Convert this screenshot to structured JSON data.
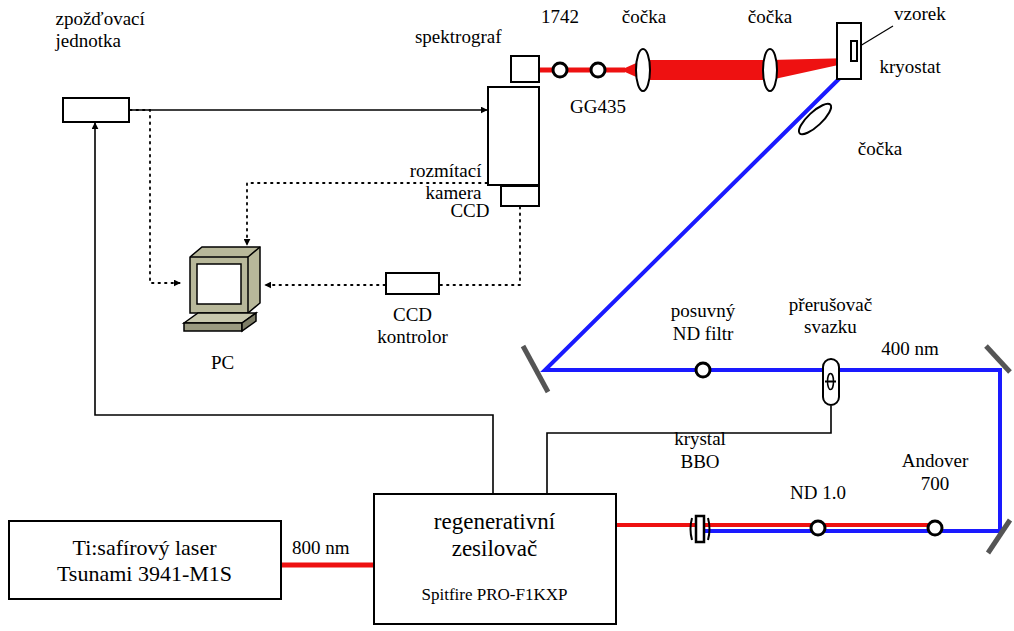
{
  "diagram": {
    "nodes": [
      {
        "text": [
          "zpožďovací jednotka"
        ]
      },
      {
        "text": [
          "spektrograf"
        ]
      },
      {
        "text": [
          "rozmítací kamera"
        ]
      },
      {
        "text": [
          "kryostat"
        ]
      },
      {
        "text": [
          "vzorek"
        ],
        "in": 3
      },
      {
        "text": [
          "CCD"
        ]
      },
      {
        "text": [
          "PC"
        ]
      },
      {
        "text": [
          "CCD kontrolor"
        ]
      },
      {
        "text": [
          "přerušovač svazku"
        ]
      },
      {
        "text": [
          "Ti:safírový laser Tsunami 3941-M1S"
        ]
      },
      {
        "text": [
          "regenerativní zesilovač",
          "Spitfire PRO-F1KXP"
        ]
      }
    ],
    "edges": [
      {
        "from": 10,
        "to": 0,
        "arrow": "to"
      },
      {
        "from": 10,
        "to": 8,
        "arrow": "none"
      },
      {
        "from": 0,
        "to": 2,
        "arrow": "to"
      },
      {
        "from": 0,
        "to": 6,
        "arrow": "to"
      },
      {
        "from": 2,
        "to": 6,
        "arrow": "to"
      },
      {
        "from": 5,
        "to": 7,
        "arrow": "none"
      },
      {
        "from": 7,
        "to": 6,
        "arrow": "to"
      },
      {
        "from": 9,
        "to": 10,
        "label": "800 nm",
        "arrow": "none"
      }
    ],
    "labels": [
      "1742",
      "GG435",
      "čočka",
      "čočka",
      "čočka",
      "posuvný ND filtr",
      "400 nm",
      "krystal BBO",
      "ND 1.0",
      "Andover 700"
    ]
  }
}
